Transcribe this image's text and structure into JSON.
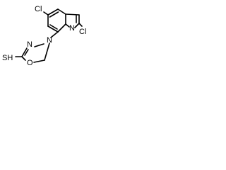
{
  "molecule": {
    "atoms": {
      "cl_left": "Cl",
      "cl_right": "Cl",
      "pyridine_n": "N",
      "ring_n_top": "N",
      "ring_n_right": "N",
      "ring_o": "O",
      "thiol": "SH"
    }
  }
}
